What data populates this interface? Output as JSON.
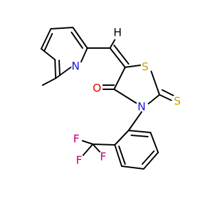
{
  "molecule": {
    "atoms": {
      "h": "H",
      "n_pyridine": "N",
      "s_ring": "S",
      "s_thione": "S",
      "o_carbonyl": "O",
      "n_ring": "N",
      "f1": "F",
      "f2": "F",
      "f3": "F"
    }
  },
  "colors": {
    "bond": "#000000",
    "sulfur": "#c8a100",
    "nitrogen": "#1515e6",
    "oxygen": "#e60000",
    "fluorine": "#c4007a"
  }
}
